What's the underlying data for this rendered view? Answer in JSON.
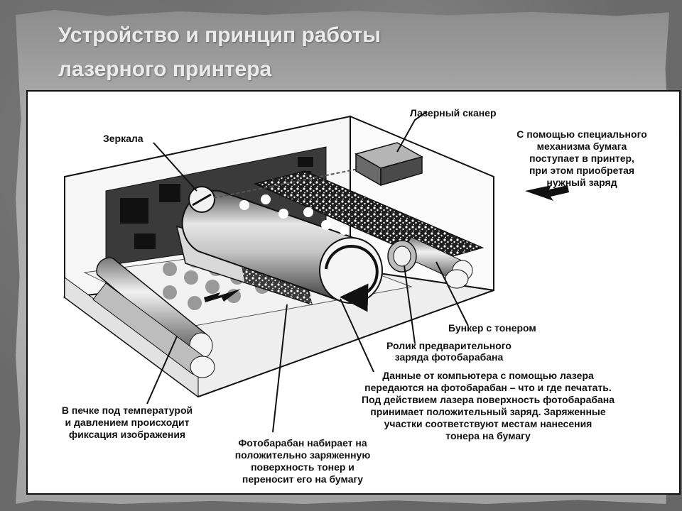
{
  "slide": {
    "title": "Устройство и принцип работы\nлазерного принтера"
  },
  "diagram": {
    "labels": {
      "scanner": "Лазерный сканер",
      "mirrors": "Зеркала",
      "paper_feed": "С помощью специального\nмеханизма бумага\nпоступает в принтер,\nпри этом приобретая\nнужный заряд",
      "toner_hopper": "Бункер с тонером",
      "charge_roller": "Ролик предварительного\nзаряда фотобарабана",
      "laser_data": "Данные от компьютера с помощью лазера\nпередаются на фотобарабан – что и где печатать.\nПод действием лазера поверхность фотобарабана\nпринимает положительный заряд. Заряженные\nучастки соответствуют местам нанесения\nтонера на бумагу",
      "fuser": "В печке под температурой\nи давлением происходит\nфиксация изображения",
      "drum": "Фотобарабан набирает на\nположительно заряженную\nповерхность тонер и\nпереносит его на бумагу"
    }
  }
}
